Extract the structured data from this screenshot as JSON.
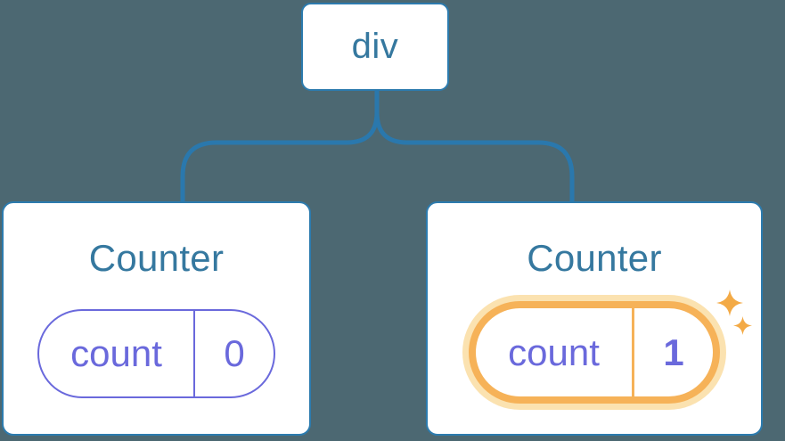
{
  "colors": {
    "background": "#4C6872",
    "card_background": "#FFFFFF",
    "border_blue": "#2C7BAE",
    "connector_blue": "#2A78AD",
    "text_blue": "#35789F",
    "state_purple": "#6A69DC",
    "highlight_orange": "#F6B258",
    "highlight_glow": "#FBE2B0",
    "sparkle_orange": "#F3AA46"
  },
  "tree": {
    "root": {
      "label": "div"
    },
    "children": [
      {
        "title": "Counter",
        "state": {
          "key": "count",
          "value": "0"
        },
        "highlighted": false
      },
      {
        "title": "Counter",
        "state": {
          "key": "count",
          "value": "1"
        },
        "highlighted": true
      }
    ]
  }
}
